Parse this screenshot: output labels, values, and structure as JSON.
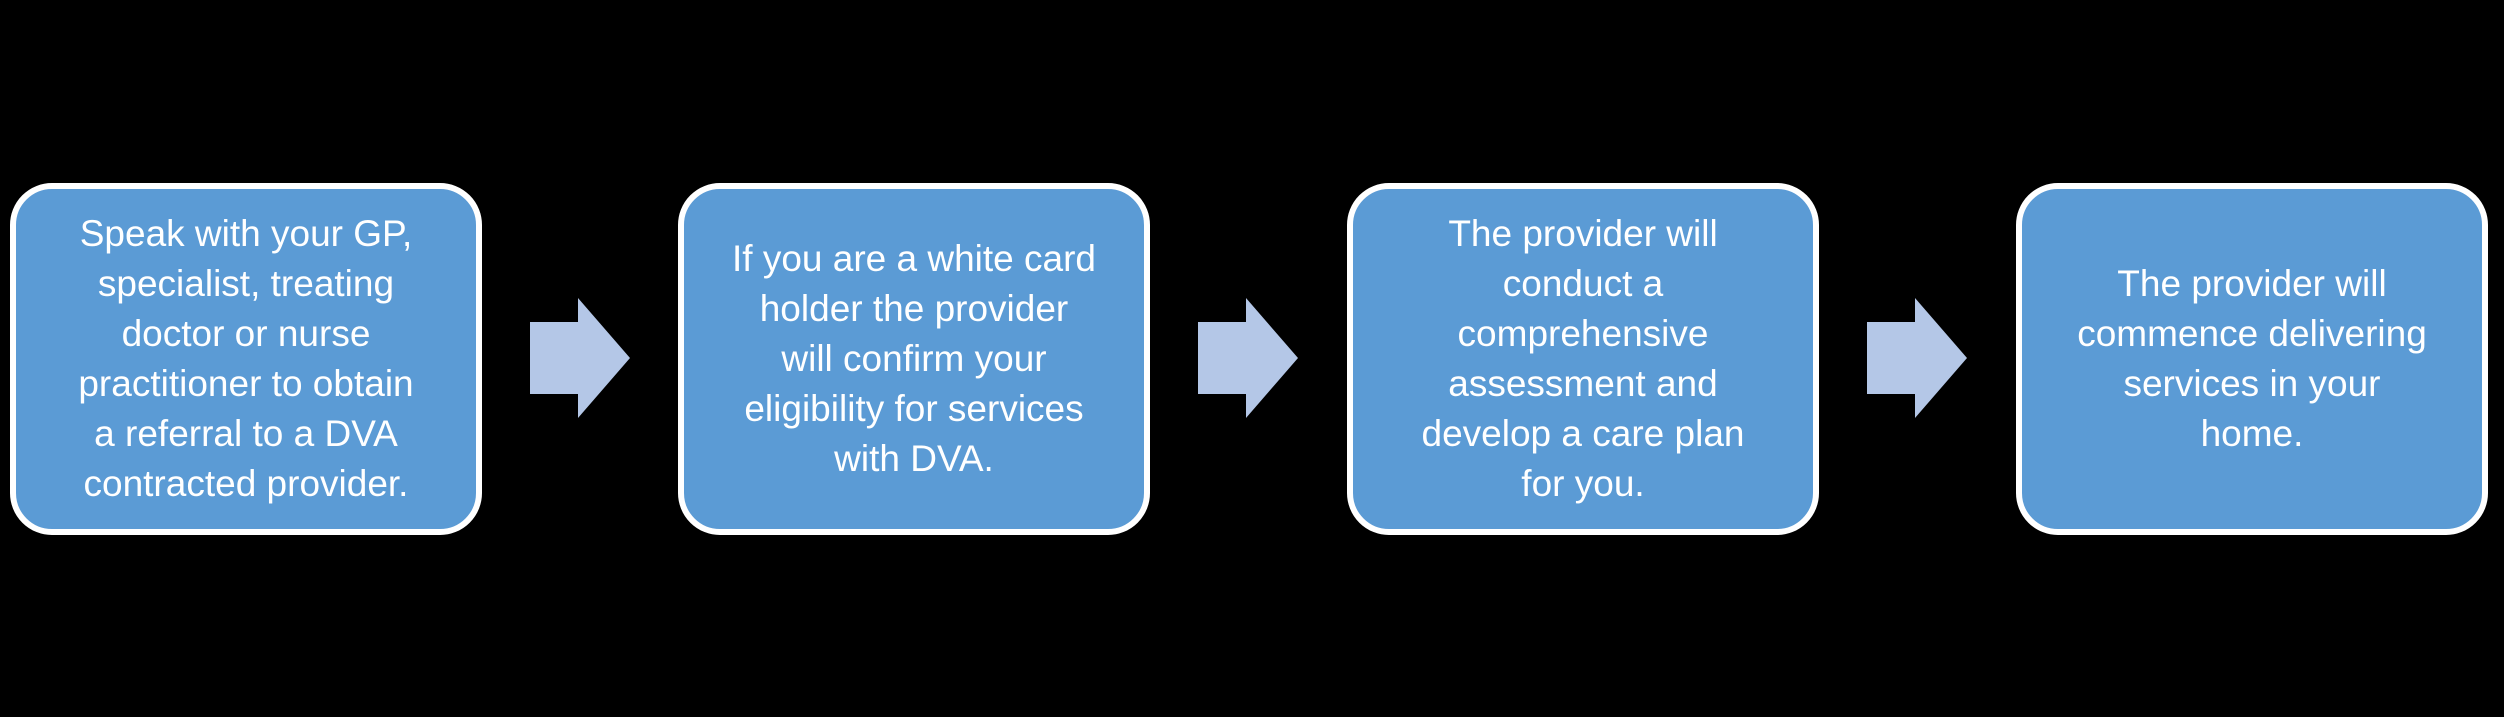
{
  "diagram": {
    "kind": "process-flow",
    "direction": "left-to-right",
    "colors": {
      "background": "#000000",
      "box_fill": "#5B9BD5",
      "box_border": "#FFFFFF",
      "arrow_fill": "#B4C7E7",
      "text": "#FFFFFF"
    },
    "steps": [
      {
        "text": "Speak with your GP,\nspecialist, treating\ndoctor or nurse\npractitioner to obtain\na referral to a DVA\ncontracted provider."
      },
      {
        "text": "If you are a white card\nholder the provider\nwill confirm your\neligibility for services\nwith DVA."
      },
      {
        "text": "The provider will\nconduct a\ncomprehensive\nassessment and\ndevelop a care plan\nfor you."
      },
      {
        "text": "The provider will\ncommence delivering\nservices in your\nhome."
      }
    ],
    "connector_icon": "right-arrow"
  }
}
